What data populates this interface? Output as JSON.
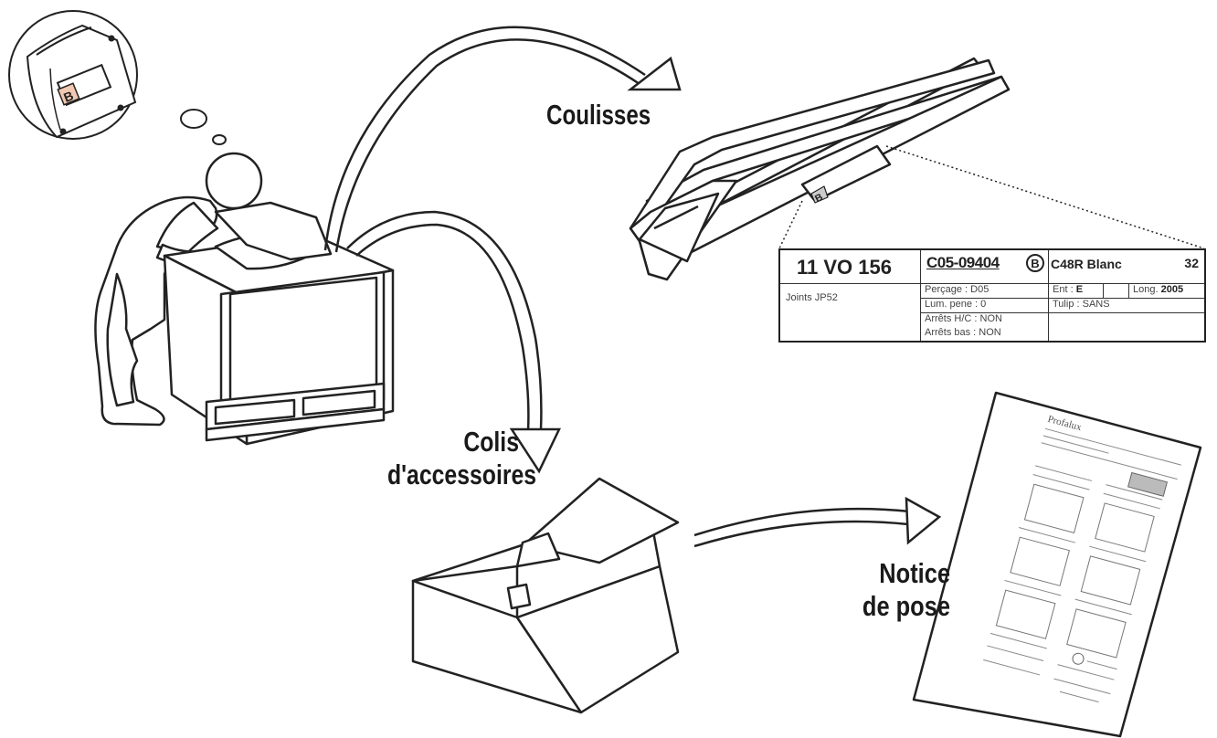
{
  "labels": {
    "coulisses": "Coulisses",
    "colis_line1": "Colis",
    "colis_line2": "d'accessoires",
    "notice_line1": "Notice",
    "notice_line2": "de pose"
  },
  "thought_bubble_tag": "B",
  "rail_tag": "B",
  "product_label": {
    "reference": "11 VO 156",
    "order_code": "C05-09404",
    "marker": "B",
    "color": "C48R Blanc",
    "quantity": "32",
    "joints": "Joints JP52",
    "percage": "Perçage : D05",
    "lum_pene": "Lum. pene : 0",
    "arrets_hc": "Arrêts H/C : NON",
    "arrets_bas": "Arrêts bas : NON",
    "ent_label": "Ent :",
    "ent_value": "E",
    "long_label": "Long.",
    "long_value": "2005",
    "tulip": "Tulip : SANS"
  },
  "notice_sheet": {
    "brand": "Profalux"
  }
}
